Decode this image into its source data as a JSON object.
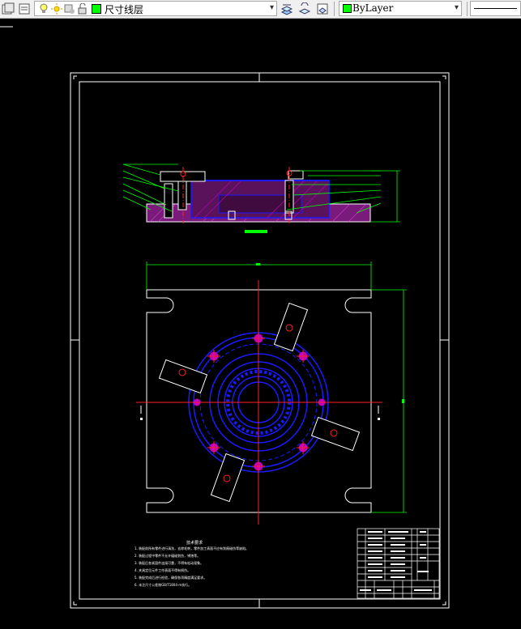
{
  "toolbar": {
    "layer_name": "尺寸线层",
    "linetype_value": "ByLayer",
    "layer_icon": "layer-state-icons",
    "swatch_color": "#00ff00"
  },
  "drawing": {
    "notes_title": "技术要求",
    "notes": [
      "1. 装配前所有零件进行清洗，去除毛刺，零件加工表面不应有划痕碰伤等缺陷。",
      "2. 装配过程中零件不允许磕碰划伤，锈蚀等。",
      "3. 装配后各紧固件连接可靠，不得有松动现象。",
      "4. 夹具定位元件工作表面不得有损伤。",
      "5. 装配完成后进行检验，确保各项精度满足要求。",
      "6. 未注尺寸公差按GB/T1804-m执行。"
    ],
    "colors": {
      "border": "#ffffff",
      "part": "#1a1aff",
      "section": "#c000c0",
      "centerline": "#ff2020",
      "dimension": "#00ff00"
    }
  }
}
